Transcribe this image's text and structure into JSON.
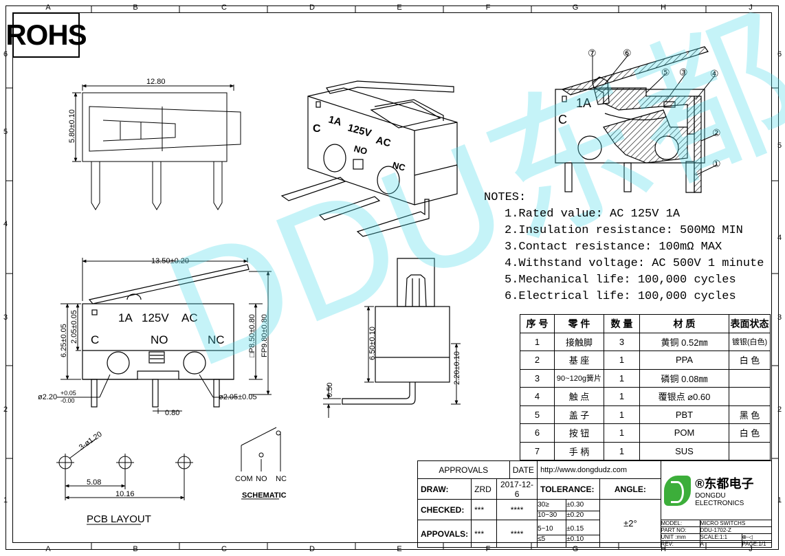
{
  "rohs": "ROHS",
  "zones_h": [
    "A",
    "B",
    "C",
    "D",
    "E",
    "F",
    "G",
    "H",
    "J"
  ],
  "zones_v": [
    "6",
    "5",
    "4",
    "3",
    "2",
    "1"
  ],
  "top_view": {
    "width_dim": "12.80",
    "height_dim": "5.80±0.10"
  },
  "front_view": {
    "width_dim": "13.50±0.20",
    "left_dim1": "6.25±0.05",
    "left_dim2": "2.05±0.05",
    "right_dim1": "□P8.50±0.80",
    "right_dim2": "FP9.80±0.80",
    "hole_left": "ø2.20",
    "hole_left_tol_up": "+0.05",
    "hole_left_tol_dn": "-0.00",
    "hole_right": "ø2.05±0.05",
    "pin_pitch": "0.80",
    "marking_1a": "1A",
    "marking_125v": "125V",
    "marking_ac": "AC",
    "label_c": "C",
    "label_no": "NO",
    "label_nc": "NC"
  },
  "side_view": {
    "height_dim": "6.50±0.10",
    "pin_dim": "2.20±0.10",
    "thick_dim": "0.50"
  },
  "pcb": {
    "title": "PCB LAYOUT",
    "hole_dim": "3-ø1.20",
    "pitch1": "5.08",
    "pitch2": "10.16"
  },
  "schematic": {
    "title": "SCHEMATIC",
    "com": "COM",
    "no": "NO",
    "nc": "NC"
  },
  "section_callouts": [
    "⑦",
    "⑥",
    "⑤",
    "③",
    "④",
    "②",
    "①"
  ],
  "section_marks": {
    "a": "1A",
    "c": "C"
  },
  "iso": {
    "c": "C",
    "a": "1A",
    "v": "125V",
    "ac": "AC",
    "no": "NO",
    "nc": "NC"
  },
  "notes": {
    "title": "NOTES:",
    "items": [
      "1.Rated value: AC 125V 1A",
      "2.Insulation resistance: 500MΩ MIN",
      "3.Contact resistance: 100mΩ MAX",
      "4.Withstand voltage: AC 500V 1 minute",
      "5.Mechanical life: 100,000 cycles",
      "6.Electrical life: 100,000 cycles"
    ]
  },
  "bom": {
    "headers": [
      "序 号",
      "零 件",
      "数 量",
      "材 质",
      "表面状态"
    ],
    "rows": [
      [
        "1",
        "接触脚",
        "3",
        "黄铜 0.52㎜",
        "镀银(白色)"
      ],
      [
        "2",
        "基 座",
        "1",
        "PPA",
        "白 色"
      ],
      [
        "3",
        "90~120g簧片",
        "1",
        "磷铜 0.08㎜",
        ""
      ],
      [
        "4",
        "触 点",
        "1",
        "覆银点 ⌀0.60",
        ""
      ],
      [
        "5",
        "盖 子",
        "1",
        "PBT",
        "黑 色"
      ],
      [
        "6",
        "按 钮",
        "1",
        "POM",
        "白 色"
      ],
      [
        "7",
        "手 柄",
        "1",
        "SUS",
        ""
      ]
    ]
  },
  "title_block": {
    "approvals": "APPROVALS",
    "date": "DATE",
    "website": "http://www.dongdudz.com",
    "draw_label": "DRAW:",
    "draw_name": "ZRD",
    "draw_date": "2017-12-6",
    "checked_label": "CHECKED:",
    "checked_name": "***",
    "checked_date": "****",
    "approvals_label": "APPOVALS:",
    "approvals_name": "***",
    "approvals_date": "****",
    "tolerance": "TOLERANCE:",
    "angle": "ANGLE:",
    "angle_val": "±2°",
    "tol_rows": [
      [
        "30≥",
        "±0.30"
      ],
      [
        "10~30",
        "±0.20"
      ],
      [
        "5~10",
        "±0.15"
      ],
      [
        "≤5",
        "±0.10"
      ]
    ],
    "company_cn": "®东都电子",
    "company_en": "DONGDU ELECTRONICS",
    "model_label": "MODEL:",
    "model_val": "MICRO SWITCHS",
    "part_label": "PART NO:",
    "part_val": "DDU-1702-Z",
    "unit_label": "UNIT :mm",
    "scale_label": "SCALE:1:1",
    "rev_label": "REV:",
    "rev_val": "A",
    "page_label": "PAGE:1/1"
  },
  "watermark": "DDU东都"
}
